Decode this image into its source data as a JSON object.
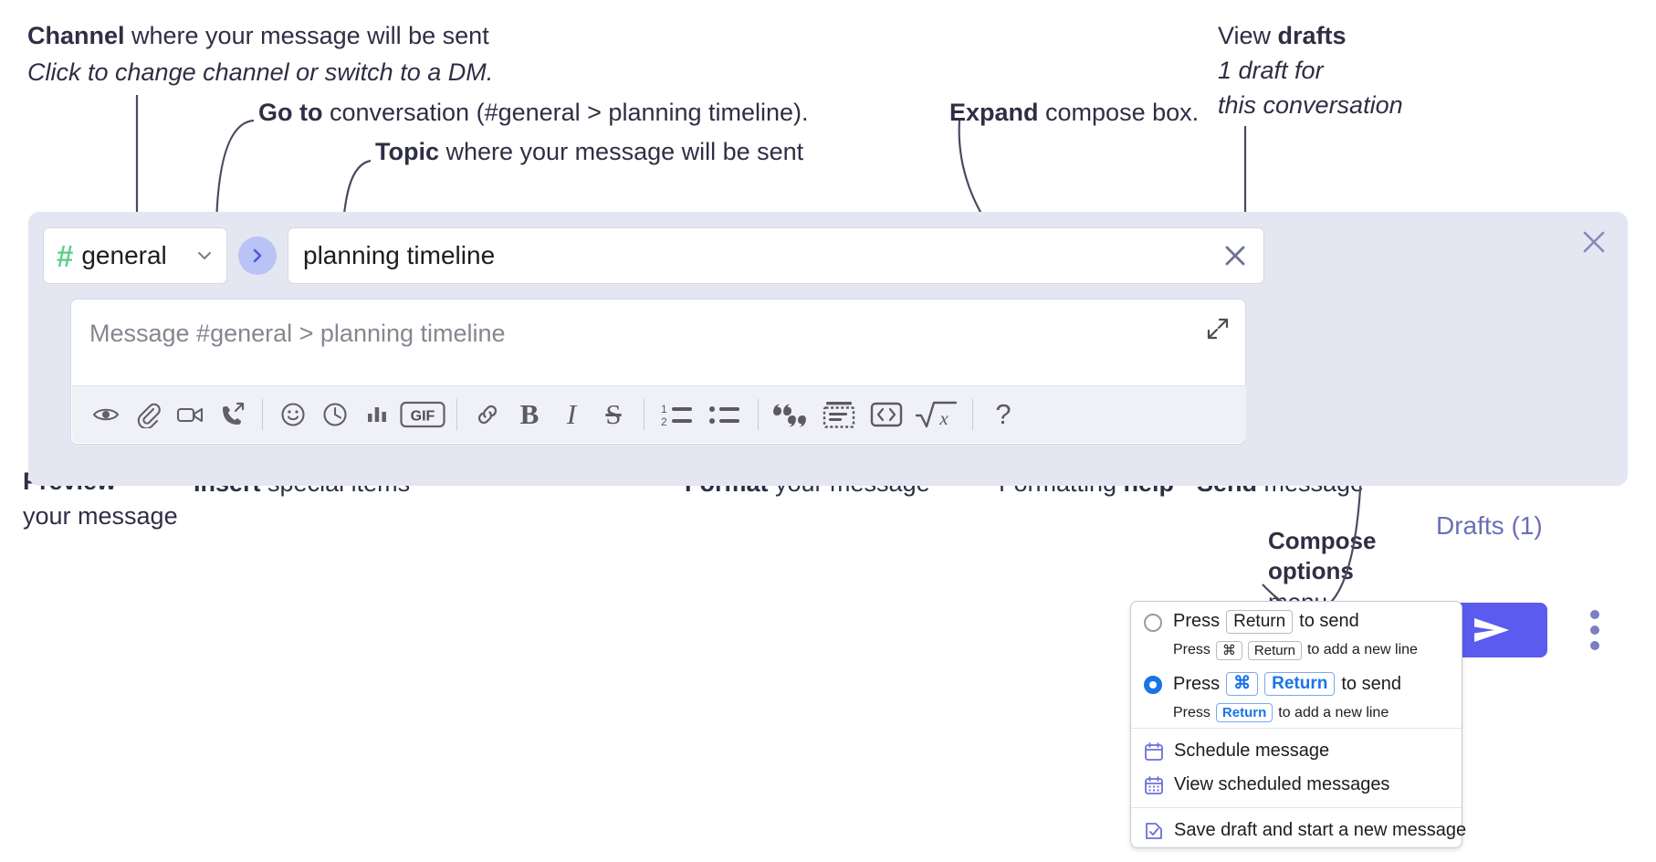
{
  "annotations": {
    "channel": {
      "bold": "Channel",
      "rest": " where your message will be sent",
      "italic": "Click to change channel or switch to a DM."
    },
    "goto": {
      "bold": "Go to",
      "rest": " conversation (#general > planning timeline)."
    },
    "topic": {
      "bold": "Topic",
      "rest": " where your message will be sent"
    },
    "expand": {
      "bold": "Expand",
      "rest": " compose box."
    },
    "drafts": {
      "pre": "View ",
      "bold": "drafts",
      "italic1": "1 draft for",
      "italic2": "this conversation"
    },
    "preview": {
      "bold": "Preview",
      "rest": "your message"
    },
    "insert": {
      "bold": "Insert",
      "rest": " special items"
    },
    "format": {
      "bold": "Format",
      "rest": " your message"
    },
    "help": {
      "pre": "Formatting ",
      "bold": "help"
    },
    "send": {
      "bold": "Send",
      "rest": " message"
    },
    "compose_options": {
      "bold1": "Compose",
      "bold2": "options",
      "rest": "menu"
    }
  },
  "compose": {
    "channel": {
      "hash": "#",
      "name": "general",
      "chevron": "chevron-down-icon"
    },
    "goto_icon": "chevron-right-icon",
    "topic": {
      "value": "planning timeline",
      "clear_icon": "close-icon"
    },
    "message": {
      "placeholder": "Message #general > planning timeline",
      "value": "",
      "expand_icon": "expand-icon"
    },
    "toolbar": [
      {
        "name": "preview-button",
        "icon": "eye-icon",
        "label": "Preview"
      },
      {
        "name": "attach-button",
        "icon": "paperclip-icon",
        "label": "Attach file"
      },
      {
        "name": "video-clip-button",
        "icon": "video-camera-icon",
        "label": "Record video clip"
      },
      {
        "name": "audio-clip-button",
        "icon": "phone-arrow-icon",
        "label": "Record audio clip"
      },
      {
        "name": "separator-1",
        "icon": "divider",
        "label": ""
      },
      {
        "name": "emoji-button",
        "icon": "smiley-icon",
        "label": "Emoji"
      },
      {
        "name": "reminder-button",
        "icon": "clock-icon",
        "label": "Schedule"
      },
      {
        "name": "poll-button",
        "icon": "bar-chart-icon",
        "label": "Poll"
      },
      {
        "name": "gif-button",
        "icon": "gif-icon",
        "label": "GIF"
      },
      {
        "name": "separator-2",
        "icon": "divider",
        "label": ""
      },
      {
        "name": "link-button",
        "icon": "link-icon",
        "label": "Link"
      },
      {
        "name": "bold-button",
        "icon": "bold-icon",
        "label": "B"
      },
      {
        "name": "italic-button",
        "icon": "italic-icon",
        "label": "I"
      },
      {
        "name": "strikethrough-button",
        "icon": "strikethrough-icon",
        "label": "S"
      },
      {
        "name": "separator-3",
        "icon": "divider",
        "label": ""
      },
      {
        "name": "ordered-list-button",
        "icon": "ordered-list-icon",
        "label": "Ordered list"
      },
      {
        "name": "bullet-list-button",
        "icon": "bullet-list-icon",
        "label": "Bulleted list"
      },
      {
        "name": "separator-4",
        "icon": "divider",
        "label": ""
      },
      {
        "name": "blockquote-button",
        "icon": "quote-icon",
        "label": "Blockquote"
      },
      {
        "name": "code-block-button",
        "icon": "code-block-icon",
        "label": "Code block"
      },
      {
        "name": "code-button",
        "icon": "code-icon",
        "label": "Code"
      },
      {
        "name": "math-button",
        "icon": "square-root-icon",
        "label": "Math"
      },
      {
        "name": "separator-5",
        "icon": "divider",
        "label": ""
      },
      {
        "name": "help-button",
        "icon": "question-mark-icon",
        "label": "?"
      }
    ],
    "gif_label": "GIF",
    "bold_label": "B",
    "italic_label": "I",
    "strike_label": "S",
    "help_label": "?",
    "ordered_num_1": "1",
    "ordered_num_2": "2"
  },
  "panel": {
    "close_icon": "close-icon",
    "drafts_label": "Drafts (1)",
    "send_icon": "send-paper-plane-icon",
    "kebab_icon": "more-options-icon"
  },
  "popup": {
    "option1": {
      "selected": false,
      "pre": "Press",
      "key": "Return",
      "post": "to send",
      "sub_pre": "Press",
      "sub_key1": "⌘",
      "sub_key2": "Return",
      "sub_post": "to add a new line"
    },
    "option2": {
      "selected": true,
      "pre": "Press",
      "key1": "⌘",
      "key2": "Return",
      "post": "to send",
      "sub_pre": "Press",
      "sub_key": "Return",
      "sub_post": "to add a new line"
    },
    "items": [
      {
        "icon": "calendar-clock-icon",
        "label": "Schedule message"
      },
      {
        "icon": "calendar-grid-icon",
        "label": "View scheduled messages"
      },
      {
        "icon": "save-draft-icon",
        "label": "Save draft and start a new message"
      }
    ]
  },
  "colors": {
    "compose_bg": "#e4e6f2",
    "accent": "#5b5bf0",
    "channel_hash": "#5fd08a",
    "drafts_text": "#6b6fb5",
    "blue_key": "#1a74e8"
  }
}
